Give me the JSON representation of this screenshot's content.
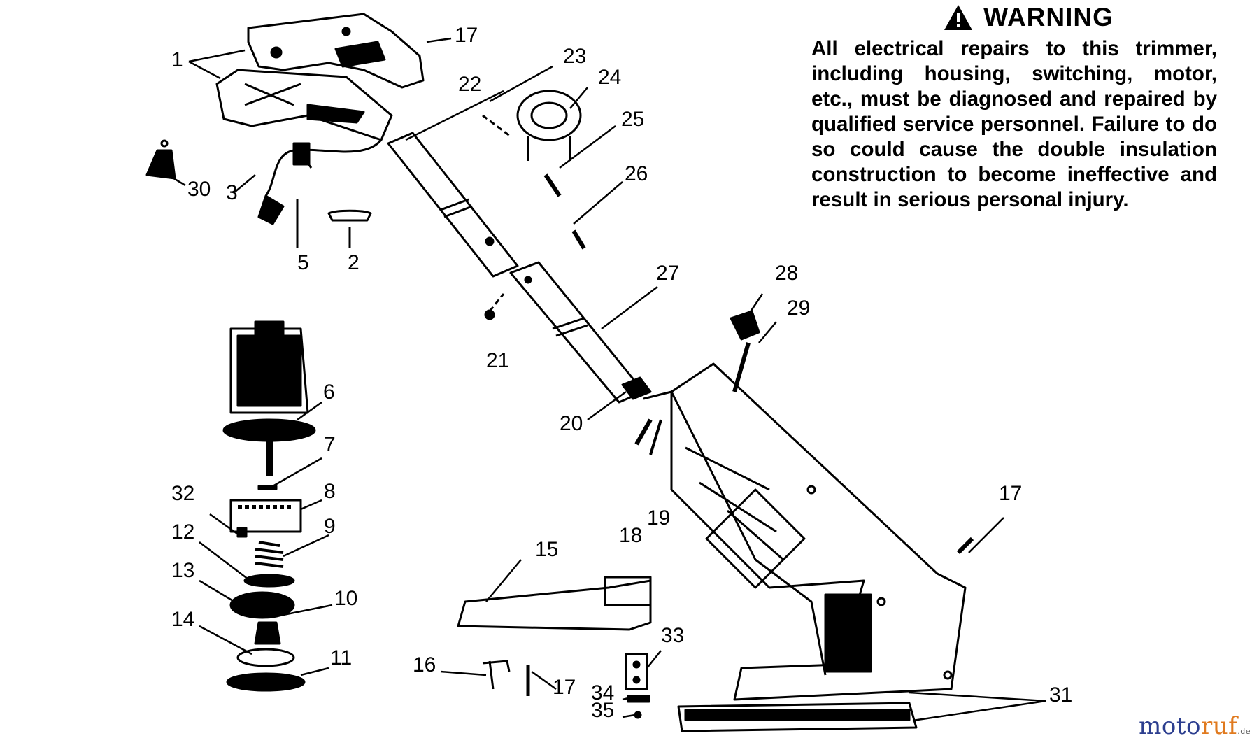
{
  "warning": {
    "title": "WARNING",
    "text": "All electrical repairs to this trimmer, including housing, switching, motor, etc., must be diagnosed and repaired by qualified service personnel. Failure to do so could cause the double insulation construction to become ineffective and result in serious personal injury."
  },
  "callouts": [
    "1",
    "17",
    "23",
    "22",
    "24",
    "25",
    "26",
    "30",
    "3",
    "5",
    "2",
    "27",
    "28",
    "29",
    "21",
    "6",
    "7",
    "8",
    "32",
    "9",
    "12",
    "13",
    "10",
    "14",
    "11",
    "20",
    "18",
    "19",
    "17",
    "15",
    "33",
    "16",
    "17",
    "34",
    "35",
    "31"
  ],
  "logo": {
    "m": "moto",
    "r": "ruf",
    "tld": ".de"
  }
}
